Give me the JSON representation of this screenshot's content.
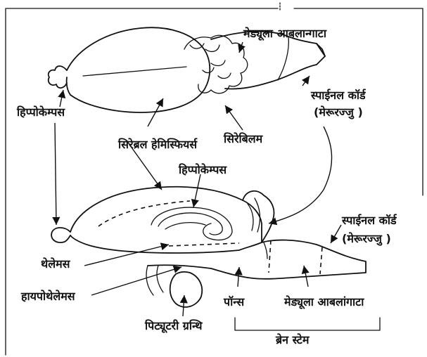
{
  "labels": {
    "medulla_top": "मेड्यूला आबलान्गाटा",
    "spinal_cord_top": "स्पाईनल कॉर्ड",
    "spinal_cord_top_alt": "(मेरूरज्जु )",
    "hippocampus_left": "हिप्पोकेम्पस",
    "cerebellum": "सिरेबिलम",
    "cerebral_hemispheres": "सिरेब्रल हेमिस्फियर्स",
    "hippocampus_mid": "हिप्पोकेम्पस",
    "spinal_cord_bottom": "स्पाईनल कॉर्ड",
    "spinal_cord_bottom_alt": "(मेरूरज्जु )",
    "thalamus": "थेलेमस",
    "hypothalamus": "हायपोथेलेमस",
    "pons": "पॉन्स",
    "medulla_bottom": "मेड्यूला आबलांगाटा",
    "pituitary": "पिट्यूटरी ग्रन्थि",
    "brain_stem": "ब्रेन स्टेम"
  }
}
